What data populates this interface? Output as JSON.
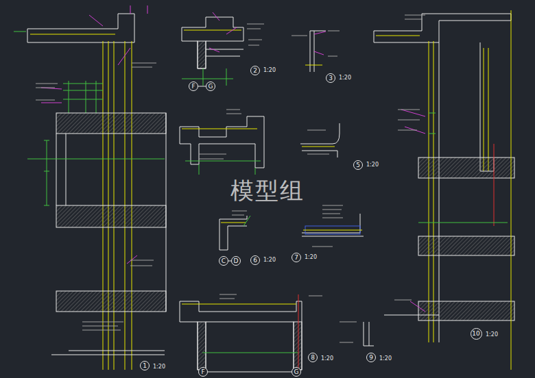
{
  "diagram": {
    "nodes": [
      {
        "text": [
          "2"
        ]
      },
      {
        "text": [
          "F"
        ]
      },
      {
        "text": [
          "G"
        ]
      },
      {
        "text": [
          "3"
        ]
      },
      {
        "text": [
          "5"
        ]
      },
      {
        "text": [
          "6"
        ]
      },
      {
        "text": [
          "C"
        ]
      },
      {
        "text": [
          "D"
        ]
      },
      {
        "text": [
          "7"
        ]
      },
      {
        "text": [
          "1"
        ]
      },
      {
        "text": [
          "F"
        ]
      },
      {
        "text": [
          "G"
        ]
      },
      {
        "text": [
          "8"
        ]
      },
      {
        "text": [
          "9"
        ]
      },
      {
        "text": [
          "10"
        ]
      }
    ],
    "edges": [
      {
        "from": 1,
        "to": 2,
        "arrow": "none"
      },
      {
        "from": 6,
        "to": 7,
        "arrow": "none"
      },
      {
        "from": 10,
        "to": 11,
        "arrow": "none"
      }
    ],
    "labels": [
      "1:20",
      "1:20",
      "1:20",
      "1:20",
      "1:20",
      "1:20",
      "1:20",
      "1:20",
      "1:20",
      "模型组"
    ]
  }
}
